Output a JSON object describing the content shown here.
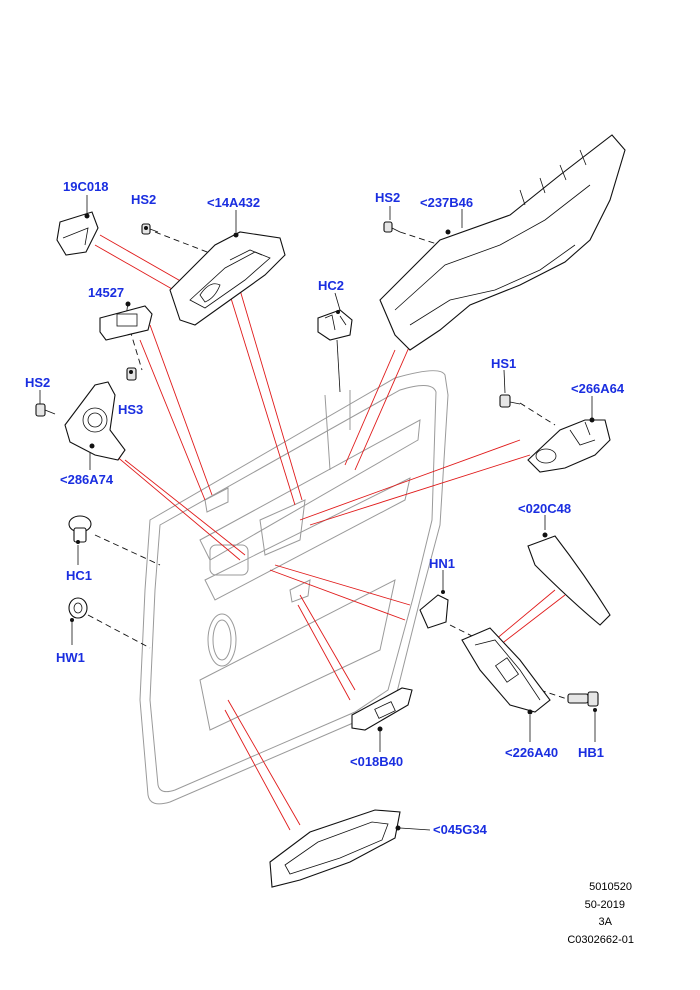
{
  "diagram": {
    "parts": [
      {
        "id": "19C018",
        "label": "19C018"
      },
      {
        "id": "HS2_a",
        "label": "HS2"
      },
      {
        "id": "14A432",
        "label": "<14A432"
      },
      {
        "id": "HS2_b",
        "label": "HS2"
      },
      {
        "id": "237B46",
        "label": "<237B46"
      },
      {
        "id": "14527",
        "label": "14527"
      },
      {
        "id": "HC2",
        "label": "HC2"
      },
      {
        "id": "HS2_c",
        "label": "HS2"
      },
      {
        "id": "HS3",
        "label": "HS3"
      },
      {
        "id": "HS1",
        "label": "HS1"
      },
      {
        "id": "266A64",
        "label": "<266A64"
      },
      {
        "id": "286A74",
        "label": "<286A74"
      },
      {
        "id": "020C48",
        "label": "<020C48"
      },
      {
        "id": "HC1",
        "label": "HC1"
      },
      {
        "id": "HN1",
        "label": "HN1"
      },
      {
        "id": "HW1",
        "label": "HW1"
      },
      {
        "id": "226A40",
        "label": "<226A40"
      },
      {
        "id": "HB1",
        "label": "HB1"
      },
      {
        "id": "018B40",
        "label": "<018B40"
      },
      {
        "id": "045G34",
        "label": "<045G34"
      }
    ],
    "footer": {
      "line1": "5010520",
      "line2": "50-2019",
      "line3": "3A",
      "line4": "C0302662-01"
    },
    "colors": {
      "label": "#1a2ee0",
      "leader": "#e01a1a",
      "outline": "#111111",
      "door": "#9a9a9a"
    }
  }
}
